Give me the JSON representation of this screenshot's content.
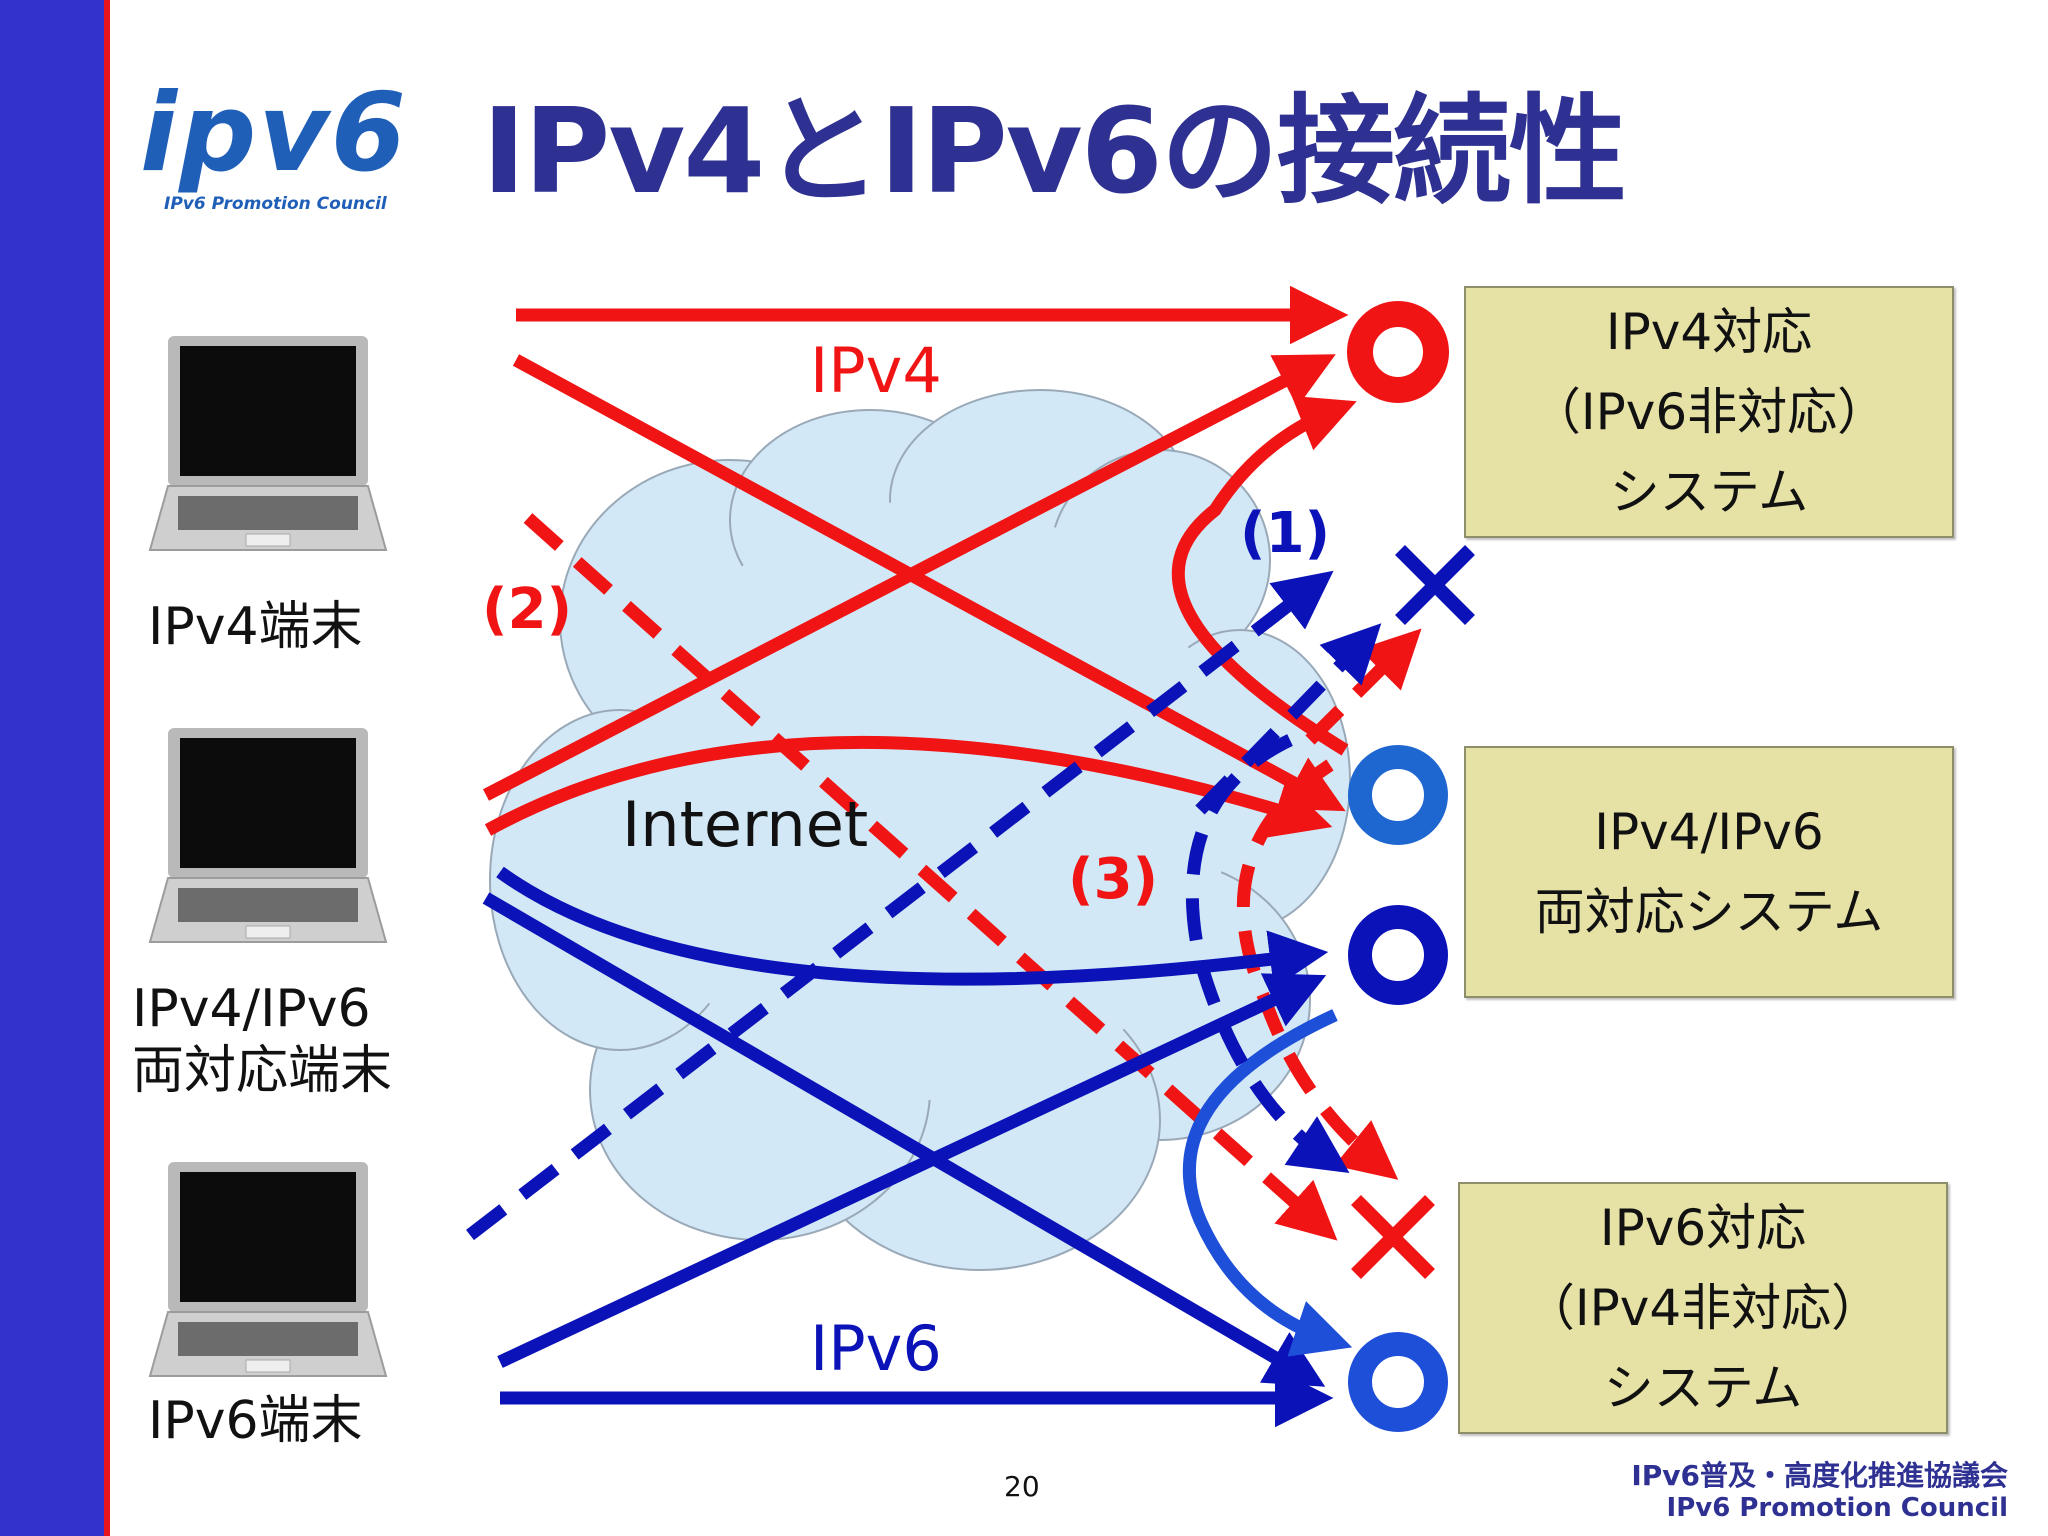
{
  "slide": {
    "title": "IPv4とIPv6の接続性",
    "page_number": "20"
  },
  "logo": {
    "word": "ipv6",
    "subtitle": "IPv6 Promotion Council"
  },
  "terminals": {
    "ipv4": {
      "label": "IPv4端末"
    },
    "dual": {
      "label_line1": "IPv4/IPv6",
      "label_line2": "両対応端末"
    },
    "ipv6": {
      "label": "IPv6端末"
    }
  },
  "systems": {
    "ipv4": {
      "line1": "IPv4対応",
      "line2": "（IPv6非対応）",
      "line3": "システム"
    },
    "dual": {
      "line1": "IPv4/IPv6",
      "line2": "両対応システム"
    },
    "ipv6": {
      "line1": "IPv6対応",
      "line2": "（IPv4非対応）",
      "line3": "システム"
    }
  },
  "labels": {
    "ipv4_protocol": "IPv4",
    "ipv6_protocol": "IPv6",
    "internet": "Internet",
    "note1": "(1)",
    "note2": "(2)",
    "note3": "(3)"
  },
  "colors": {
    "ipv4": "#f01414",
    "ipv6": "#0a12b8",
    "title": "#2e3192",
    "sidebar": "#3333cc",
    "box": "#e6e2a6",
    "cloud": "#d2e8f6"
  },
  "footer": {
    "org_ja": "IPv6普及・高度化推進協議会",
    "org_en": "IPv6 Promotion Council"
  }
}
